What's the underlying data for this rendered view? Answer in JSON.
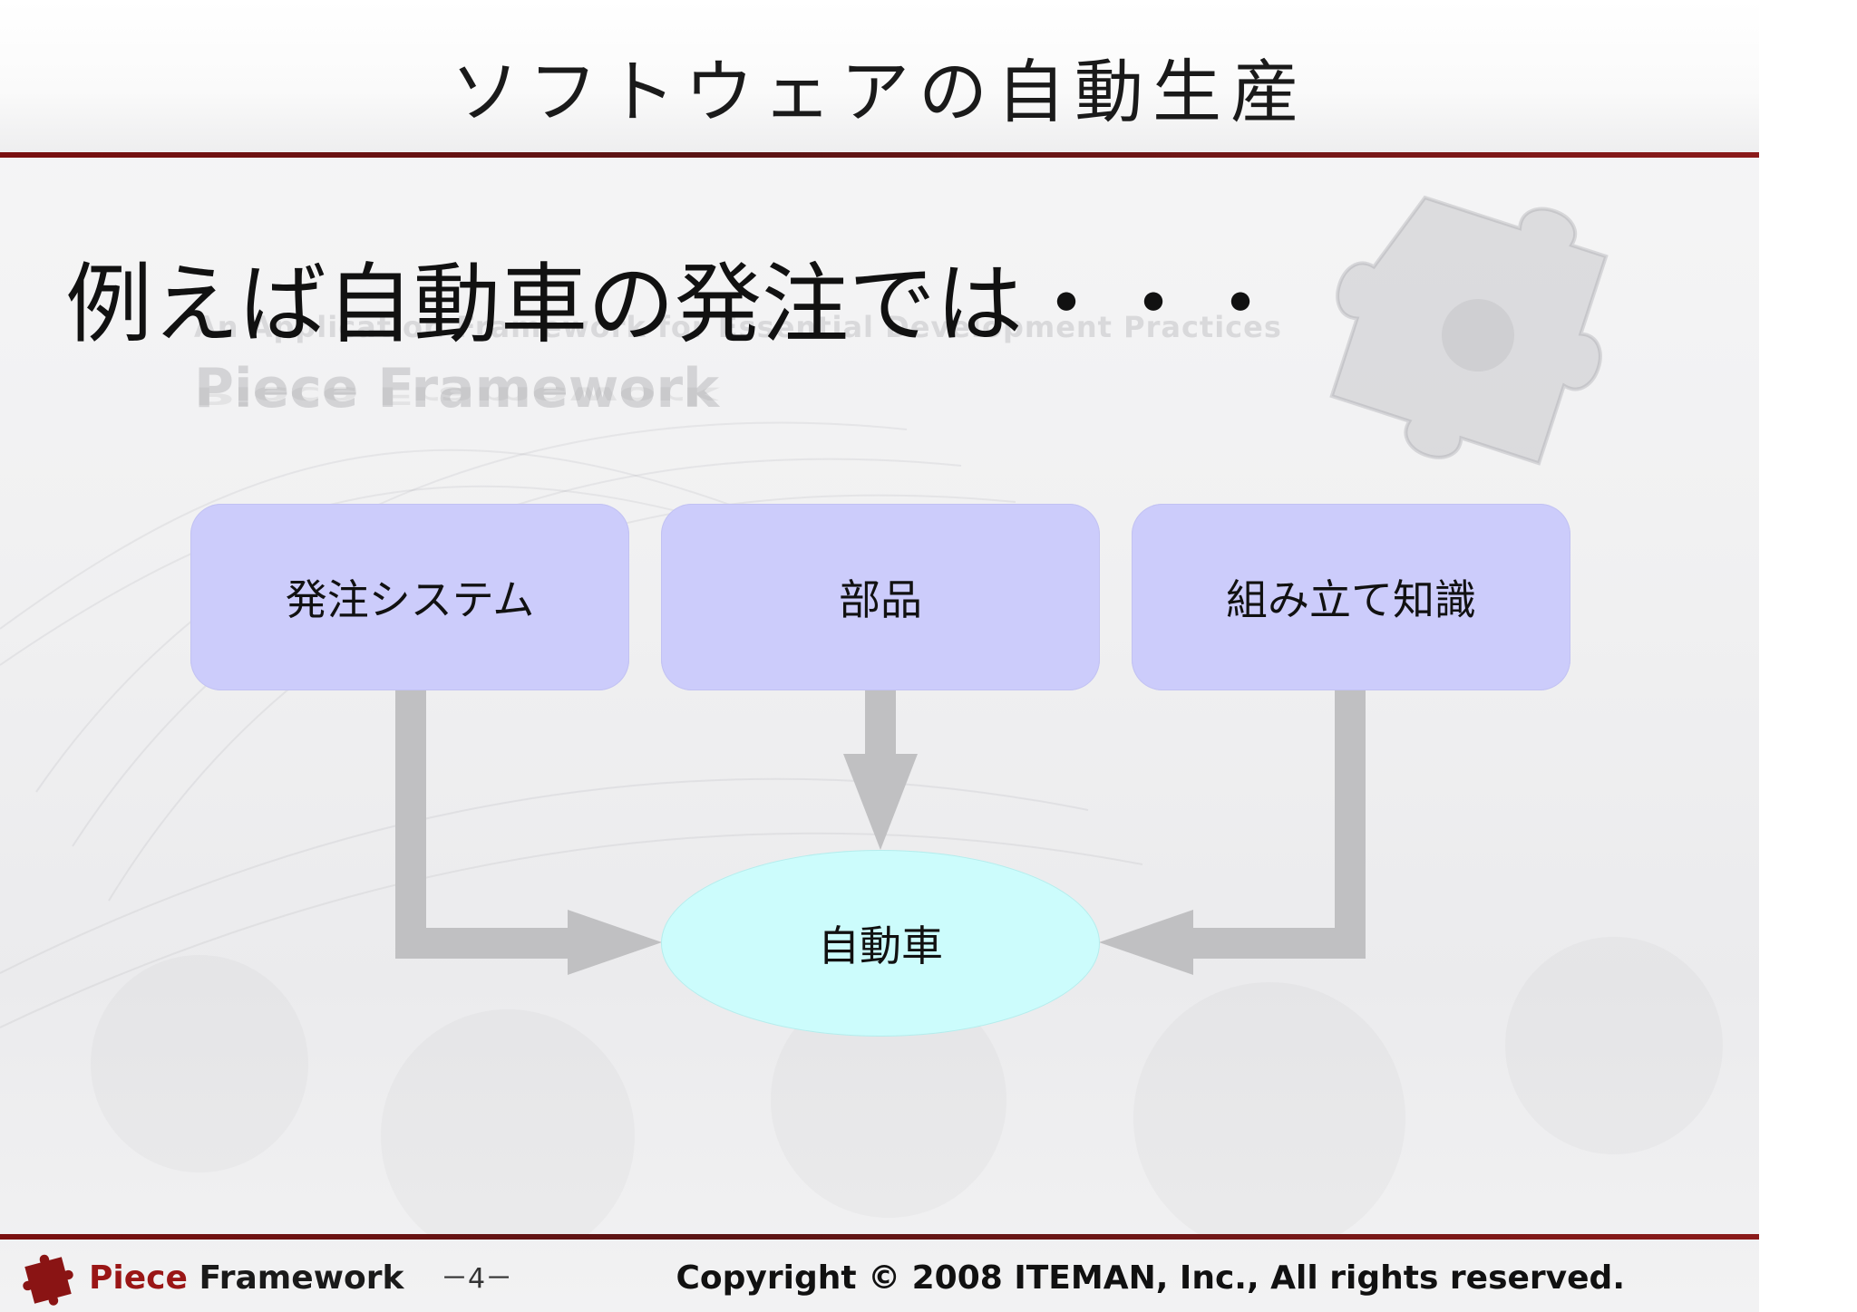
{
  "slide": {
    "title": "ソフトウェアの自動生産",
    "heading": "例えば自動車の発注では・・・"
  },
  "watermark": {
    "tagline": "An Application Framework for Essential Development Practices",
    "title": "Piece Framework"
  },
  "diagram": {
    "inputs": [
      {
        "label": "発注システム"
      },
      {
        "label": "部品"
      },
      {
        "label": "組み立て知識"
      }
    ],
    "output": {
      "label": "自動車"
    }
  },
  "footer": {
    "brand_part1": "Piece",
    "brand_part2": " Framework",
    "page": "－4－",
    "copyright": "Copyright © 2008 ITEMAN, Inc., All rights reserved."
  },
  "colors": {
    "input_box": "#ccccfb",
    "output_ellipse": "#ccfcfc",
    "arrow": "#c0c0c2",
    "rule": "#7a1010",
    "brand": "#9a1616"
  }
}
